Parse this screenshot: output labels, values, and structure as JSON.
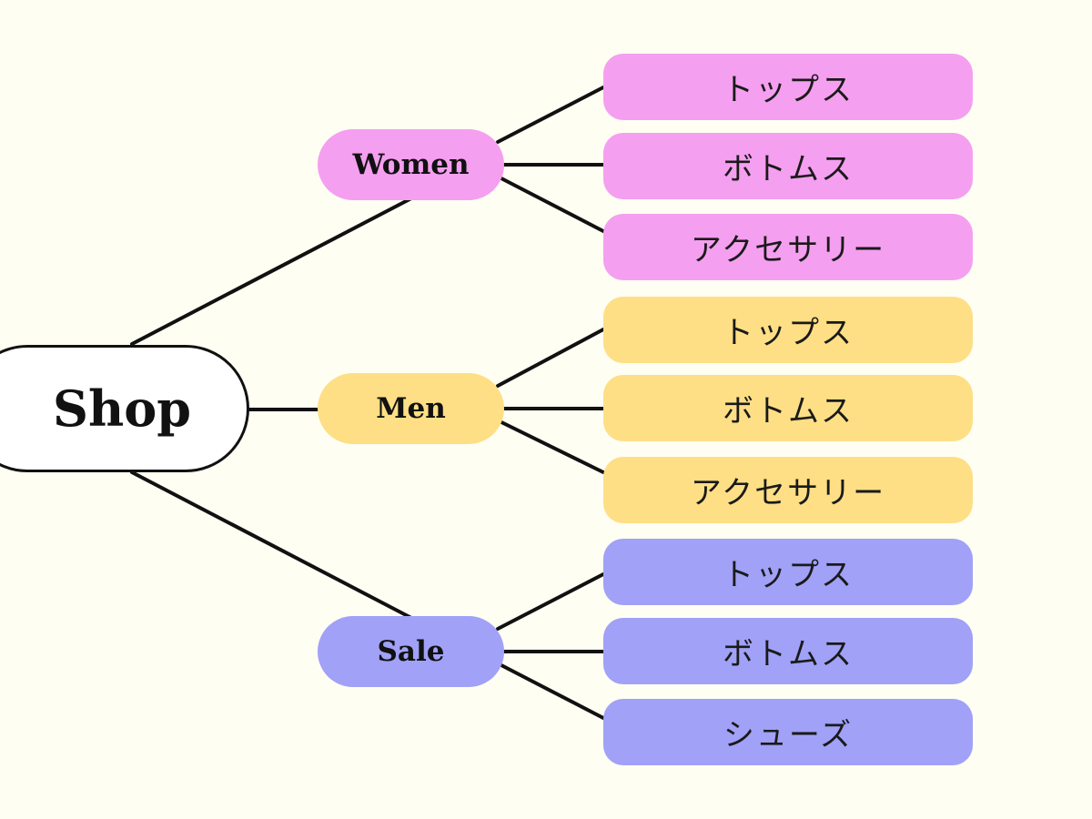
{
  "root": {
    "label": "Shop"
  },
  "colors": {
    "background": "#fefef3",
    "line": "#111111",
    "women": "#f59ff0",
    "men": "#fedf85",
    "sale": "#a0a1f7",
    "root_fill": "#ffffff"
  },
  "categories": [
    {
      "label": "Women",
      "color": "#f59ff0",
      "children": [
        "トップス",
        "ボトムス",
        "アクセサリー"
      ]
    },
    {
      "label": "Men",
      "color": "#fedf85",
      "children": [
        "トップス",
        "ボトムス",
        "アクセサリー"
      ]
    },
    {
      "label": "Sale",
      "color": "#a0a1f7",
      "children": [
        "トップス",
        "ボトムス",
        "シューズ"
      ]
    }
  ]
}
